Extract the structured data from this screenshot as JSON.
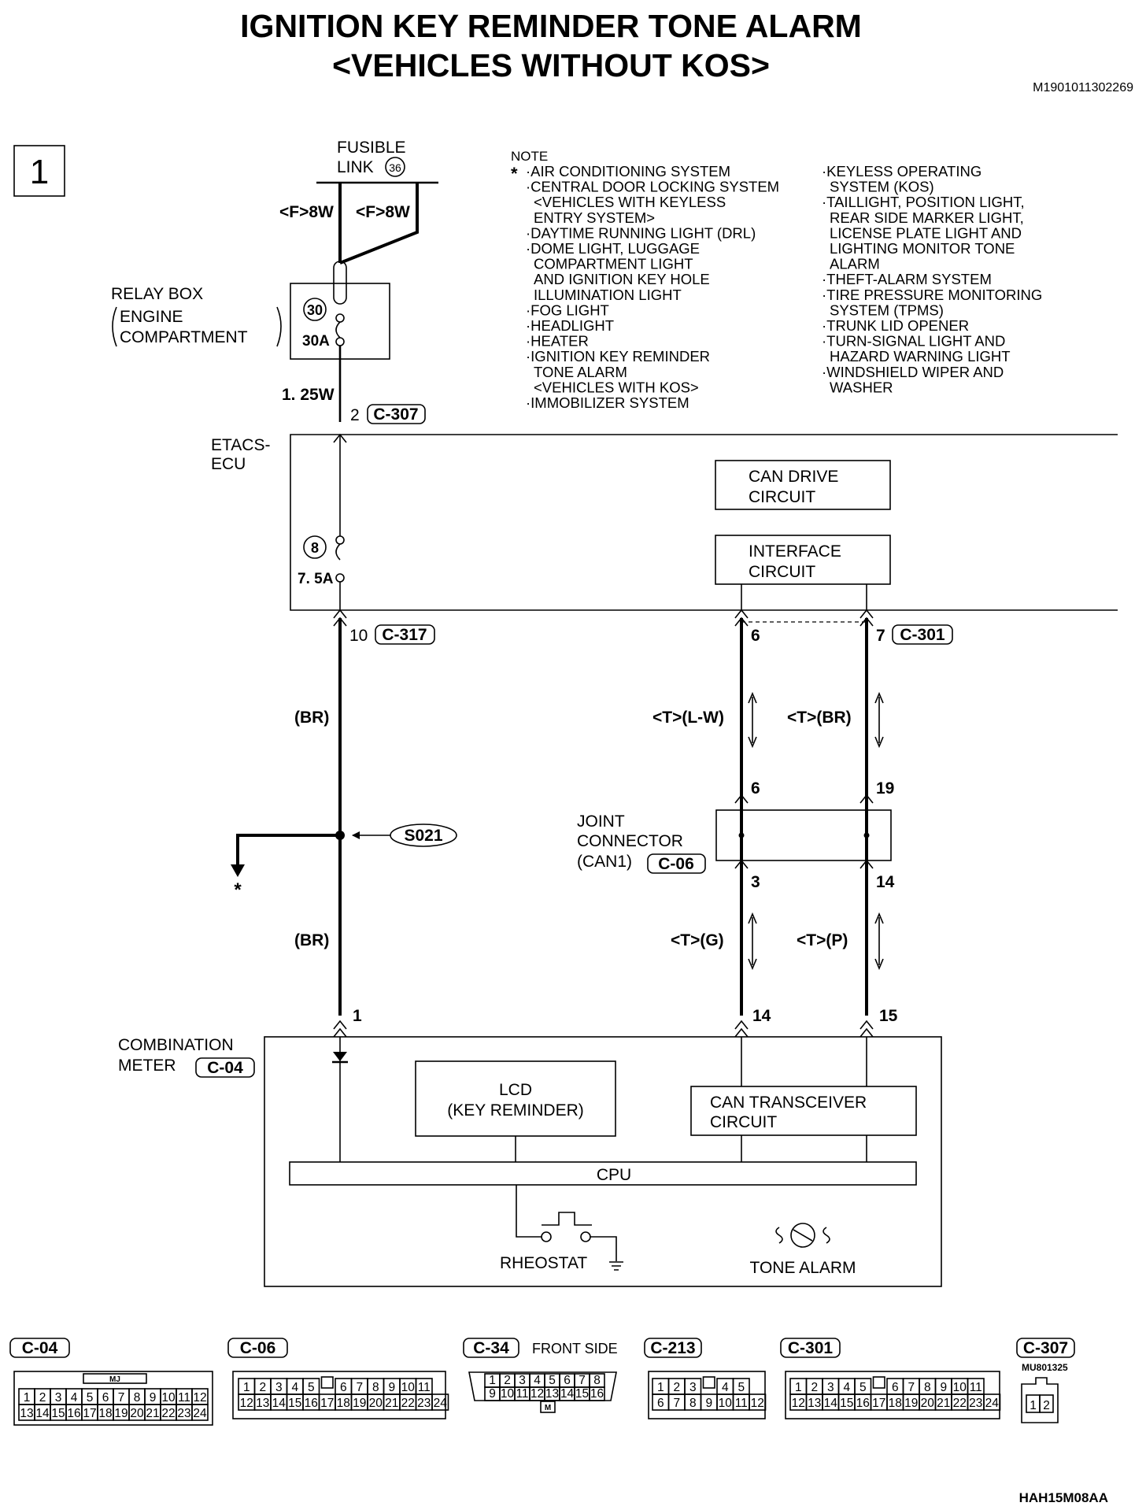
{
  "title_line1": "IGNITION KEY REMINDER TONE ALARM",
  "title_line2": "<VEHICLES WITHOUT KOS>",
  "doc_id": "M1901011302269",
  "page_no": "1",
  "footer_code": "HAH15M08AA",
  "fusible_link": {
    "label_line1": "FUSIBLE",
    "label_line2": "LINK",
    "number": "36"
  },
  "wires": {
    "f8w_left": "<F>8W",
    "f8w_right": "<F>8W",
    "w125": "1. 25W",
    "br_upper": "(BR)",
    "br_lower": "(BR)",
    "t_lw": "<T>(L-W)",
    "t_br": "<T>(BR)",
    "t_g": "<T>(G)",
    "t_p": "<T>(P)"
  },
  "relay_box": {
    "line1": "RELAY BOX",
    "line2": "ENGINE",
    "line3": "COMPARTMENT",
    "fuse_no": "30",
    "fuse_rating": "30A"
  },
  "etacs": {
    "line1": "ETACS-",
    "line2": "ECU",
    "fuse_no": "8",
    "fuse_rating": "7. 5A",
    "can_drive_1": "CAN DRIVE",
    "can_drive_2": "CIRCUIT",
    "interface_1": "INTERFACE",
    "interface_2": "CIRCUIT"
  },
  "pins": {
    "c307_pin": "2",
    "c307": "C-307",
    "c317_pin": "10",
    "c317": "C-317",
    "c301_pin6": "6",
    "c301_pin7": "7",
    "c301": "C-301",
    "jc_6": "6",
    "jc_19": "19",
    "jc_3": "3",
    "jc_14": "14",
    "meter_1": "1",
    "meter_14": "14",
    "meter_15": "15"
  },
  "splice": "S021",
  "splice_star": "*",
  "joint_connector": {
    "line1": "JOINT",
    "line2": "CONNECTOR",
    "line3": "(CAN1)",
    "connector": "C-06"
  },
  "meter": {
    "line1": "COMBINATION",
    "line2": "METER",
    "connector": "C-04",
    "lcd_1": "LCD",
    "lcd_2": "(KEY REMINDER)",
    "can_tr_1": "CAN TRANSCEIVER",
    "can_tr_2": "CIRCUIT",
    "cpu": "CPU",
    "rheostat": "RHEOSTAT",
    "tone_alarm": "TONE ALARM"
  },
  "note": {
    "header": "NOTE",
    "star": "*",
    "col1": [
      "·AIR CONDITIONING SYSTEM",
      "·CENTRAL DOOR LOCKING SYSTEM",
      "<VEHICLES WITH KEYLESS",
      "ENTRY SYSTEM>",
      "·DAYTIME RUNNING LIGHT (DRL)",
      "·DOME LIGHT, LUGGAGE",
      "COMPARTMENT LIGHT",
      "AND IGNITION KEY HOLE",
      "ILLUMINATION LIGHT",
      "·FOG LIGHT",
      "·HEADLIGHT",
      "·HEATER",
      "·IGNITION KEY REMINDER",
      "TONE ALARM",
      "<VEHICLES WITH KOS>",
      "·IMMOBILIZER SYSTEM"
    ],
    "col2": [
      "·KEYLESS OPERATING",
      "SYSTEM (KOS)",
      "·TAILLIGHT, POSITION LIGHT,",
      "REAR SIDE MARKER LIGHT,",
      "LICENSE PLATE LIGHT AND",
      "LIGHTING MONITOR TONE",
      "ALARM",
      "·THEFT-ALARM SYSTEM",
      "·TIRE PRESSURE MONITORING",
      "SYSTEM (TPMS)",
      "·TRUNK LID OPENER",
      "·TURN-SIGNAL LIGHT AND",
      "HAZARD WARNING LIGHT",
      "·WINDSHIELD WIPER AND",
      "WASHER"
    ]
  },
  "connectors": {
    "c04": {
      "name": "C-04",
      "mark": "MJ",
      "row1": [
        "1",
        "2",
        "3",
        "4",
        "5",
        "6",
        "7",
        "8",
        "9",
        "10",
        "11",
        "12"
      ],
      "row2": [
        "13",
        "14",
        "15",
        "16",
        "17",
        "18",
        "19",
        "20",
        "21",
        "22",
        "23",
        "24"
      ]
    },
    "c06": {
      "name": "C-06",
      "row1": [
        "1",
        "2",
        "3",
        "4",
        "5",
        "",
        "6",
        "7",
        "8",
        "9",
        "10",
        "11"
      ],
      "row2": [
        "12",
        "13",
        "14",
        "15",
        "16",
        "17",
        "18",
        "19",
        "20",
        "21",
        "22",
        "23",
        "24"
      ]
    },
    "c34": {
      "name": "C-34",
      "side": "FRONT SIDE",
      "mark": "M",
      "row1": [
        "1",
        "2",
        "3",
        "4",
        "5",
        "6",
        "7",
        "8"
      ],
      "row2": [
        "9",
        "10",
        "11",
        "12",
        "13",
        "14",
        "15",
        "16"
      ]
    },
    "c213": {
      "name": "C-213",
      "row1": [
        "1",
        "2",
        "3",
        "",
        "4",
        "5"
      ],
      "row2": [
        "6",
        "7",
        "8",
        "9",
        "10",
        "11",
        "12"
      ]
    },
    "c301": {
      "name": "C-301",
      "row1": [
        "1",
        "2",
        "3",
        "4",
        "5",
        "",
        "6",
        "7",
        "8",
        "9",
        "10",
        "11"
      ],
      "row2": [
        "12",
        "13",
        "14",
        "15",
        "16",
        "17",
        "18",
        "19",
        "20",
        "21",
        "22",
        "23",
        "24"
      ]
    },
    "c307": {
      "name": "C-307",
      "part": "MU801325",
      "row1": [
        "1",
        "2"
      ]
    }
  }
}
